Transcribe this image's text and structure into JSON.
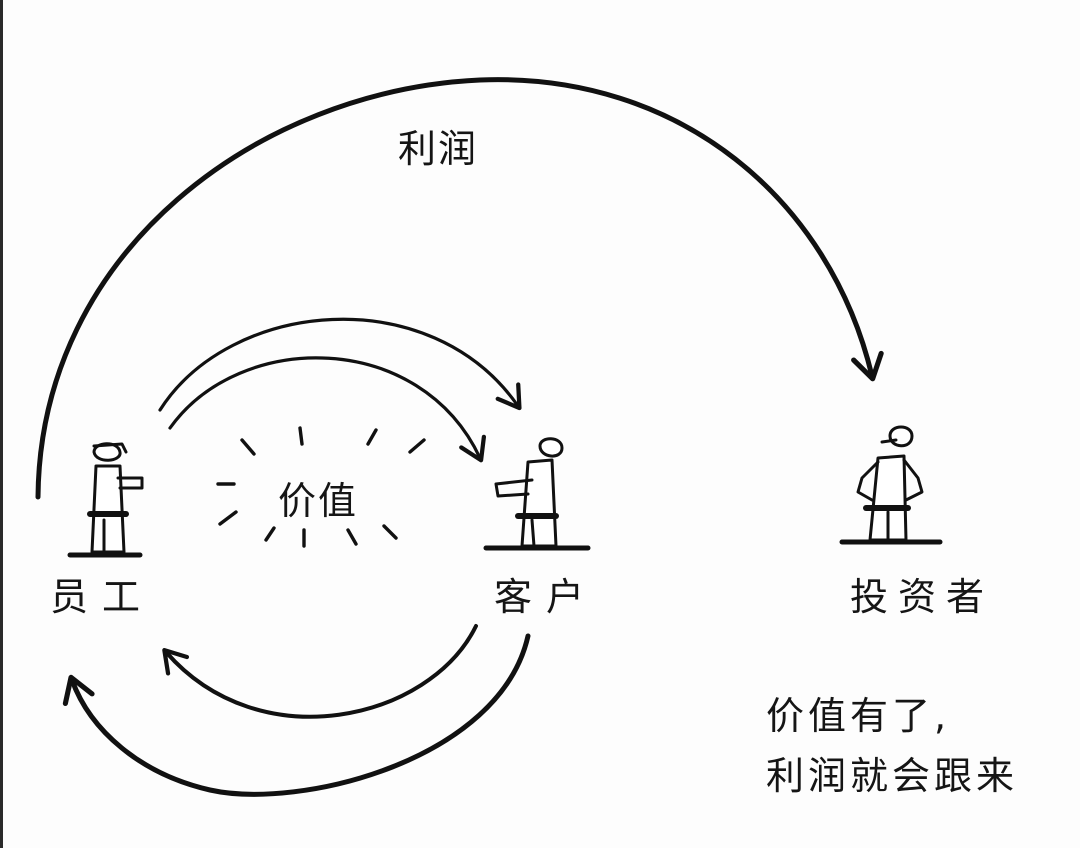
{
  "labels": {
    "profit": "利润",
    "value": "价值",
    "employee": "员工",
    "customer": "客户",
    "investor": "投资者"
  },
  "note": {
    "line1": "价值有了,",
    "line2": "利润就会跟来"
  },
  "colors": {
    "ink": "#111111",
    "background": "#fdfdfd"
  }
}
